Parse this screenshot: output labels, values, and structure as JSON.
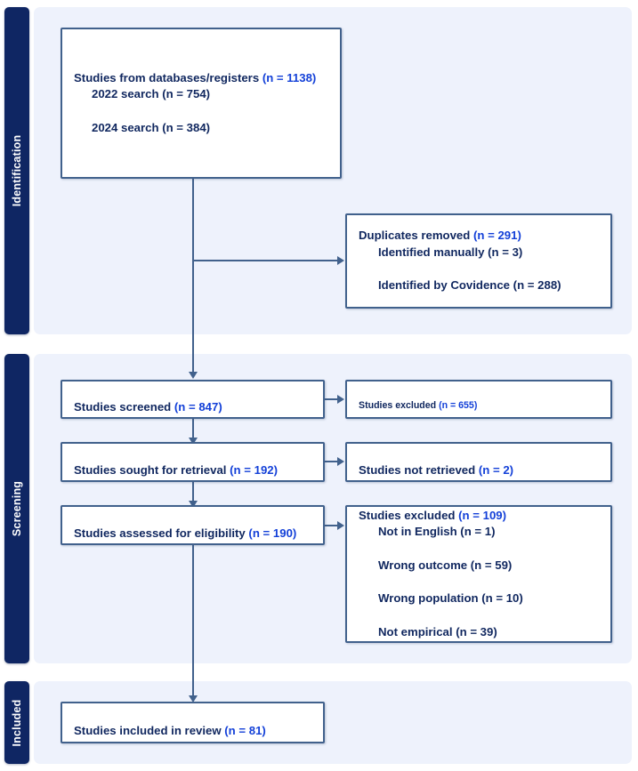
{
  "diagram": {
    "type": "prisma-flow-diagram",
    "colors": {
      "stage_bar": "#0f2663",
      "stage_bg": "#eef2fc",
      "box_border": "#41618c",
      "text": "#10275f",
      "count_accent": "#1340d8"
    },
    "stages": [
      {
        "id": "identification",
        "label": "Identification"
      },
      {
        "id": "screening",
        "label": "Screening"
      },
      {
        "id": "included",
        "label": "Included"
      }
    ],
    "boxes": {
      "records_identified": {
        "line1_text": "Studies from databases/registers ",
        "line1_count": "(n = 1138)",
        "line2": "2022 search (n = 754)",
        "line3": "2024 search (n = 384)"
      },
      "duplicates_removed": {
        "line1_text": "Duplicates removed ",
        "line1_count": "(n = 291)",
        "line2": "Identified manually (n = 3)",
        "line3": "Identified by Covidence (n = 288)"
      },
      "studies_screened": {
        "line1_text": "Studies screened ",
        "line1_count": "(n = 847)"
      },
      "studies_excluded_screening": {
        "line1_text": "Studies excluded ",
        "line1_count": "(n = 655)"
      },
      "studies_sought": {
        "line1_text": "Studies sought for retrieval ",
        "line1_count": "(n = 192)"
      },
      "studies_not_retrieved": {
        "line1_text": "Studies not retrieved ",
        "line1_count": "(n = 2)"
      },
      "studies_assessed": {
        "line1_text": "Studies assessed for eligibility ",
        "line1_count": "(n = 190)"
      },
      "studies_excluded_eligibility": {
        "line1_text": "Studies excluded ",
        "line1_count": "(n = 109)",
        "line2": "Not in English (n = 1)",
        "line3": "Wrong outcome (n = 59)",
        "line4": "Wrong population (n = 10)",
        "line5": "Not empirical (n = 39)"
      },
      "studies_included": {
        "line1_text": "Studies included in review ",
        "line1_count": "(n = 81)"
      }
    }
  }
}
